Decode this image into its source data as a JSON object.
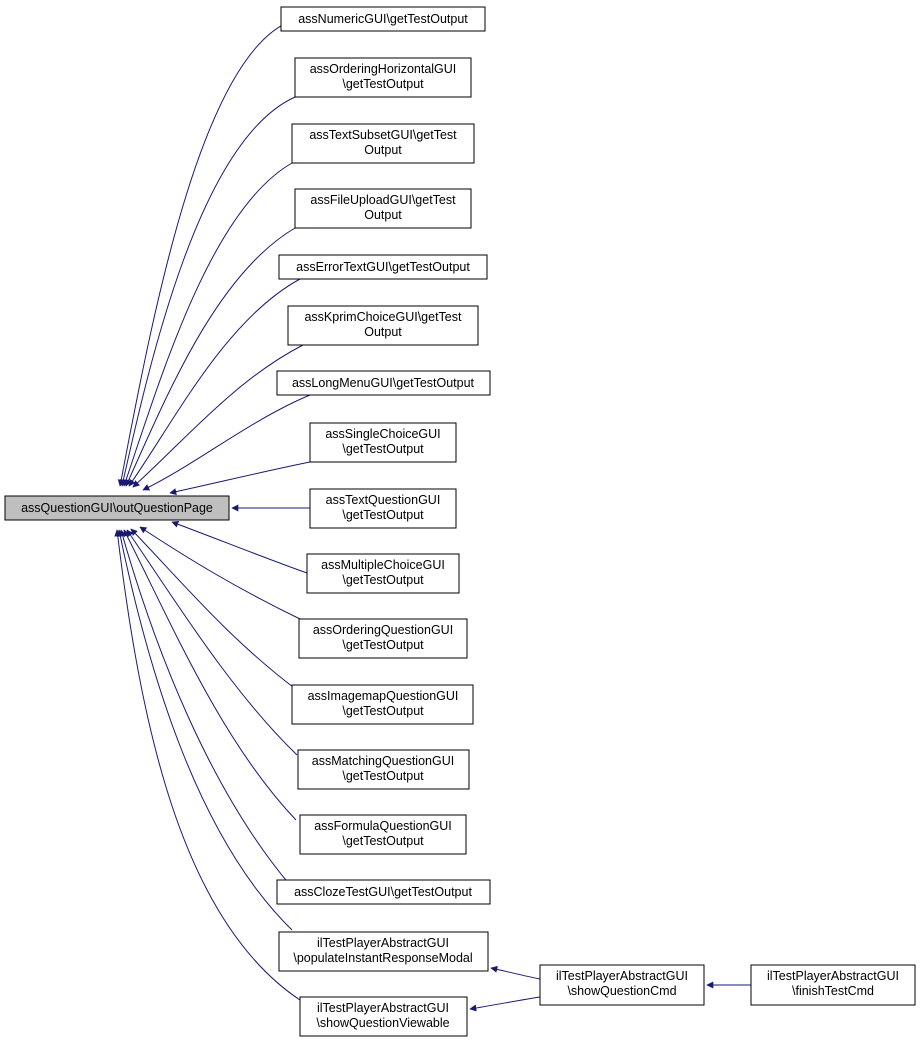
{
  "colors": {
    "edge": "#191970",
    "node_border": "#000000",
    "root_fill": "#bfbfbf",
    "node_fill": "#ffffff"
  },
  "root": {
    "lines": [
      "assQuestionGUI\\outQuestionPage"
    ]
  },
  "callers": [
    {
      "lines": [
        "assNumericGUI\\getTestOutput"
      ]
    },
    {
      "lines": [
        "assOrderingHorizontalGUI",
        "\\getTestOutput"
      ]
    },
    {
      "lines": [
        "assTextSubsetGUI\\getTest",
        "Output"
      ]
    },
    {
      "lines": [
        "assFileUploadGUI\\getTest",
        "Output"
      ]
    },
    {
      "lines": [
        "assErrorTextGUI\\getTestOutput"
      ]
    },
    {
      "lines": [
        "assKprimChoiceGUI\\getTest",
        "Output"
      ]
    },
    {
      "lines": [
        "assLongMenuGUI\\getTestOutput"
      ]
    },
    {
      "lines": [
        "assSingleChoiceGUI",
        "\\getTestOutput"
      ]
    },
    {
      "lines": [
        "assTextQuestionGUI",
        "\\getTestOutput"
      ]
    },
    {
      "lines": [
        "assMultipleChoiceGUI",
        "\\getTestOutput"
      ]
    },
    {
      "lines": [
        "assOrderingQuestionGUI",
        "\\getTestOutput"
      ]
    },
    {
      "lines": [
        "assImagemapQuestionGUI",
        "\\getTestOutput"
      ]
    },
    {
      "lines": [
        "assMatchingQuestionGUI",
        "\\getTestOutput"
      ]
    },
    {
      "lines": [
        "assFormulaQuestionGUI",
        "\\getTestOutput"
      ]
    },
    {
      "lines": [
        "assClozeTestGUI\\getTestOutput"
      ]
    },
    {
      "lines": [
        "ilTestPlayerAbstractGUI",
        "\\populateInstantResponseModal"
      ]
    },
    {
      "lines": [
        "ilTestPlayerAbstractGUI",
        "\\showQuestionViewable"
      ]
    }
  ],
  "second_level": [
    {
      "lines": [
        "ilTestPlayerAbstractGUI",
        "\\showQuestionCmd"
      ]
    }
  ],
  "third_level": [
    {
      "lines": [
        "ilTestPlayerAbstractGUI",
        "\\finishTestCmd"
      ]
    }
  ]
}
